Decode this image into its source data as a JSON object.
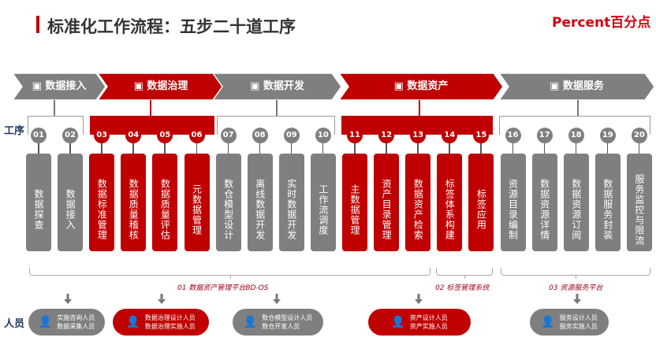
{
  "title": "标准化工作流程：五步二十道工序",
  "logo": "Percent百分点",
  "side_labels": {
    "process": "工序",
    "people": "人员"
  },
  "stages": [
    {
      "label": "数据接入",
      "icon": "grid-icon",
      "color": "#7f7f7f"
    },
    {
      "label": "数据治理",
      "icon": "list-icon",
      "color": "#c00000"
    },
    {
      "label": "数据开发",
      "icon": "card-icon",
      "color": "#7f7f7f"
    },
    {
      "label": "数据资产",
      "icon": "ring-icon",
      "color": "#c00000"
    },
    {
      "label": "数据服务",
      "icon": "server-icon",
      "color": "#7f7f7f"
    }
  ],
  "steps": [
    {
      "num": "01",
      "label": "数据探查",
      "color": "gray"
    },
    {
      "num": "02",
      "label": "数据接入",
      "color": "gray"
    },
    {
      "num": "03",
      "label": "数据标准管理",
      "color": "red"
    },
    {
      "num": "04",
      "label": "数据质量稽核",
      "color": "red"
    },
    {
      "num": "05",
      "label": "数据质量评估",
      "color": "red"
    },
    {
      "num": "06",
      "label": "元数据管理",
      "color": "red"
    },
    {
      "num": "07",
      "label": "数仓模型设计",
      "color": "gray"
    },
    {
      "num": "08",
      "label": "离线数据开发",
      "color": "gray"
    },
    {
      "num": "09",
      "label": "实时数据开发",
      "color": "gray"
    },
    {
      "num": "10",
      "label": "工作流调度",
      "color": "gray"
    },
    {
      "num": "11",
      "label": "主数据管理",
      "color": "red"
    },
    {
      "num": "12",
      "label": "资产目录管理",
      "color": "red"
    },
    {
      "num": "13",
      "label": "数据资产检索",
      "color": "red"
    },
    {
      "num": "14",
      "label": "标签体系构建",
      "color": "red"
    },
    {
      "num": "15",
      "label": "标签应用",
      "color": "red"
    },
    {
      "num": "16",
      "label": "资源目录编制",
      "color": "gray"
    },
    {
      "num": "17",
      "label": "数据资源详情",
      "color": "gray"
    },
    {
      "num": "18",
      "label": "数据资源订阅",
      "color": "gray"
    },
    {
      "num": "19",
      "label": "数据服务封装",
      "color": "gray"
    },
    {
      "num": "20",
      "label": "服务监控与限流",
      "color": "gray"
    }
  ],
  "platforms": [
    "01 数据资产管理平台BD-OS",
    "02 标签管理系统",
    "03 资源服务平台"
  ],
  "people": [
    {
      "line1": "实施咨询人员",
      "line2": "数据采集人员",
      "color": "gray"
    },
    {
      "line1": "数据治理设计人员",
      "line2": "数据治理实施人员",
      "color": "red"
    },
    {
      "line1": "数仓模型设计人员",
      "line2": "数仓开发人员",
      "color": "gray"
    },
    {
      "line1": "资产设计人员",
      "line2": "资产实施人员",
      "color": "red"
    },
    {
      "line1": "服务设计人员",
      "line2": "服务实施人员",
      "color": "gray"
    }
  ]
}
